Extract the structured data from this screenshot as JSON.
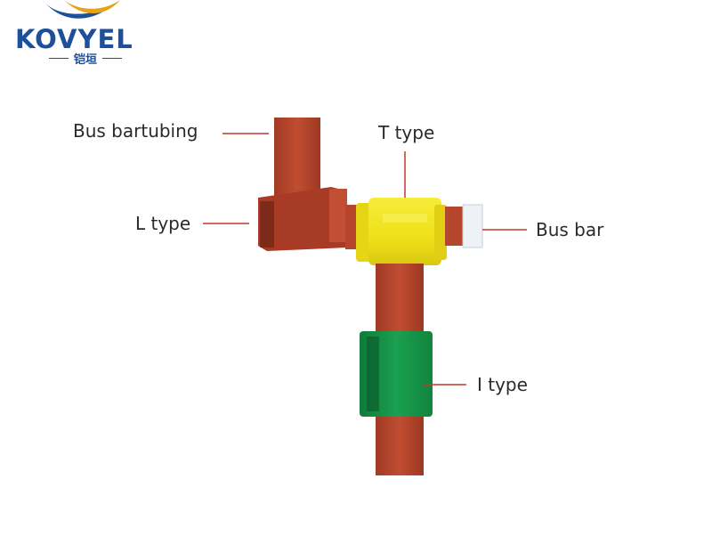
{
  "brand": {
    "name": "KOVYEL",
    "subtitle": "铠垣",
    "logo_color": "#1d4f9b",
    "swoosh_color": "#e8a21a"
  },
  "labels": {
    "bus_bartubing": "Bus bartubing",
    "t_type": "T type",
    "l_type": "L type",
    "bus_bar": "Bus bar",
    "i_type": "I type"
  },
  "colors": {
    "bus_tubing": "#b5452c",
    "t_connector": "#f1e21d",
    "i_connector": "#17944a",
    "leader_line": "#c0392b"
  }
}
